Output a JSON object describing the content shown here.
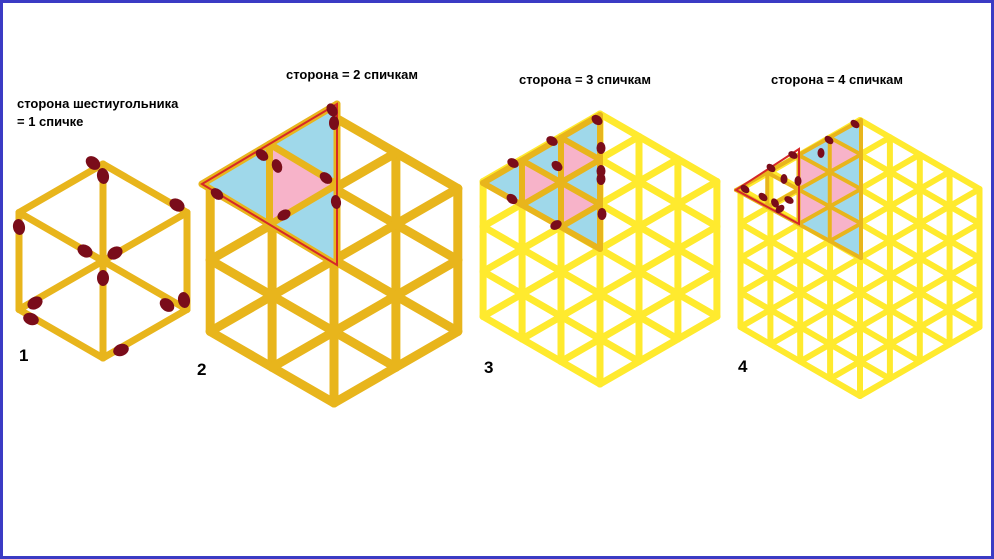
{
  "colors": {
    "border": "#3b3bc4",
    "match_orange": "#e8b51c",
    "match_yellow": "#ffea2e",
    "match_head": "#7a0c1a",
    "triangle_blue": "#9fd8ea",
    "triangle_pink": "#f7b3c9",
    "outline_red": "#d62828"
  },
  "figures": [
    {
      "number": "1",
      "caption_line1": "сторона шестиугольника",
      "caption_line2": "= 1 спичке"
    },
    {
      "number": "2",
      "caption": "сторона = 2 спичкам"
    },
    {
      "number": "3",
      "caption": "сторона = 3 спичкам"
    },
    {
      "number": "4",
      "caption": "сторона = 4 спичкам"
    }
  ]
}
